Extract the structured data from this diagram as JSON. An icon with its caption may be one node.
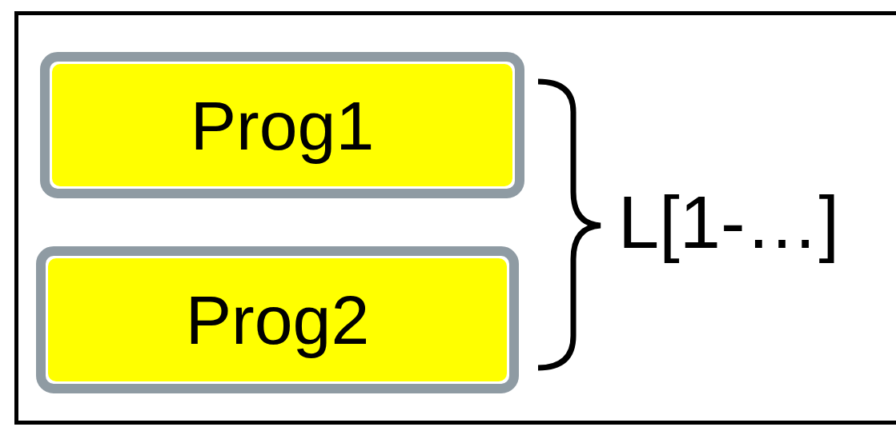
{
  "diagram": {
    "nodes": [
      {
        "text": [],
        "shape": "box"
      },
      {
        "text": [
          "Prog1"
        ],
        "in": 0
      },
      {
        "text": [
          "Prog2"
        ],
        "in": 0
      }
    ],
    "labels": [
      "L[1-…]"
    ]
  }
}
